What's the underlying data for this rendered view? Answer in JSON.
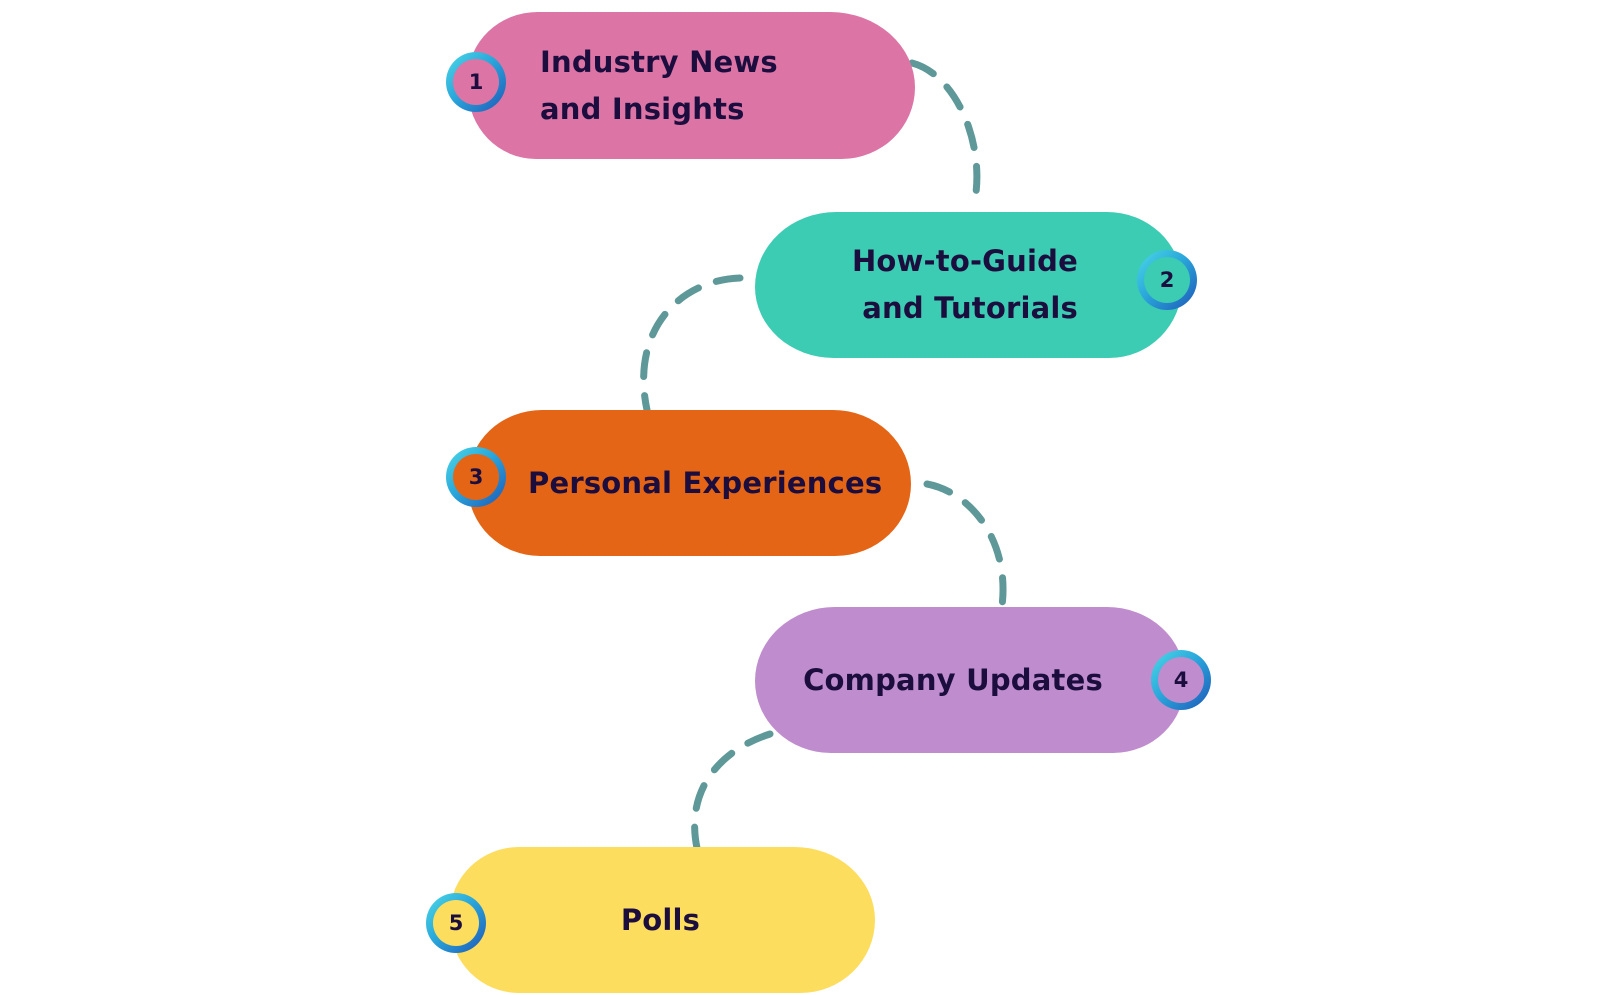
{
  "diagram": {
    "connector_color": "#5e9898",
    "badge_gradient": [
      "#4cd9e6",
      "#2aa7db",
      "#1e58b8"
    ],
    "steps": [
      {
        "number": "1",
        "lines": [
          "Industry News",
          "and Insights"
        ],
        "color": "#dc74a5"
      },
      {
        "number": "2",
        "lines": [
          "How-to-Guide",
          "and Tutorials"
        ],
        "color": "#3ccbb3"
      },
      {
        "number": "3",
        "lines": [
          "Personal Experiences"
        ],
        "color": "#e56516"
      },
      {
        "number": "4",
        "lines": [
          "Company Updates"
        ],
        "color": "#bf8cce"
      },
      {
        "number": "5",
        "lines": [
          "Polls"
        ],
        "color": "#fddd5d"
      }
    ]
  }
}
